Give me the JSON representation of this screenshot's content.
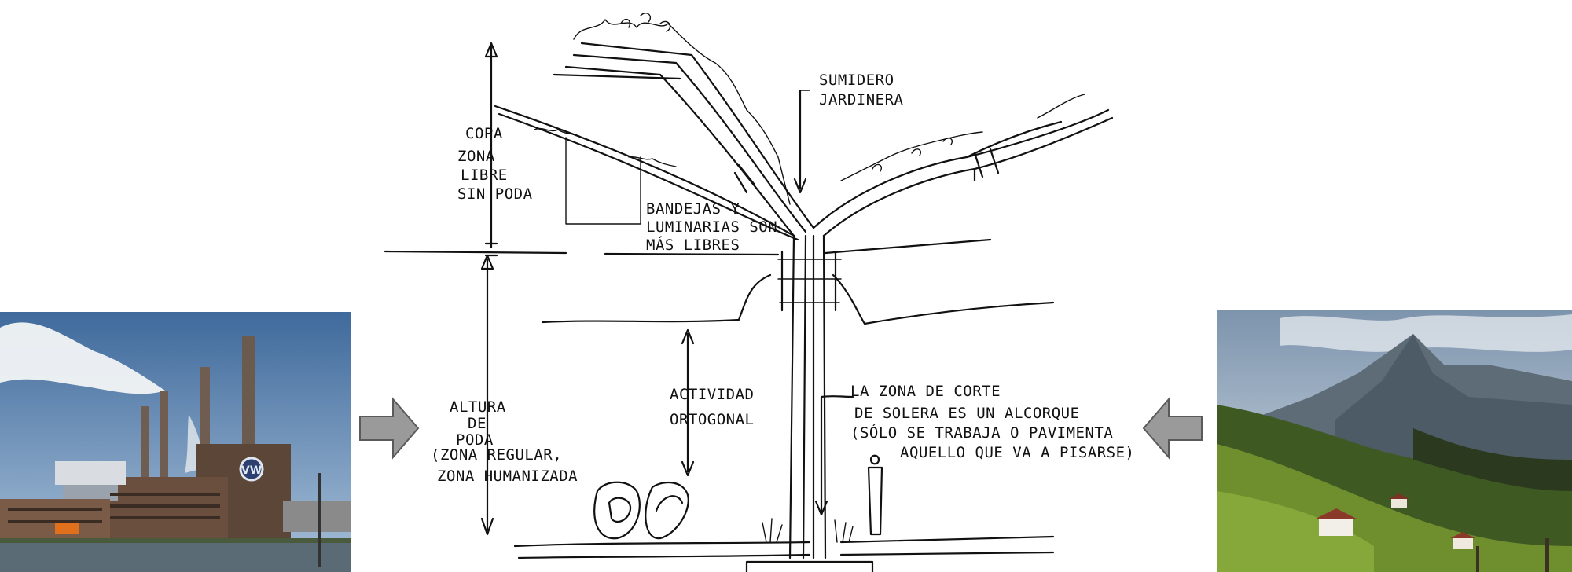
{
  "colors": {
    "arrow_fill": "#9a9a9a",
    "arrow_stroke": "#5a5a5a",
    "ink": "#111111"
  },
  "photos": {
    "left": {
      "icon": "factory-photo"
    },
    "right": {
      "icon": "mountain-landscape-photo"
    }
  },
  "sketch": {
    "labels": {
      "sumidero_1": "SUMIDERO",
      "sumidero_2": "JARDINERA",
      "copa_1": "COPA",
      "copa_2": "ZONA",
      "copa_3": "LIBRE",
      "copa_4": "SIN PODA",
      "bandejas_1": "BANDEJAS Y",
      "bandejas_2": "LUMINARIAS SON",
      "bandejas_3": "MÁS LIBRES",
      "actividad_1": "ACTIVIDAD",
      "actividad_2": "ORTOGONAL",
      "altura_1": "ALTURA",
      "altura_2": "DE",
      "altura_3": "PODA",
      "altura_4": "(ZONA REGULAR,",
      "altura_5": "ZONA HUMANIZADA",
      "zona_1": "LA ZONA DE CORTE",
      "zona_2": "DE SOLERA ES UN ALCORQUE",
      "zona_3": "(SÓLO SE TRABAJA O PAVIMENTA",
      "zona_4": "AQUELLO QUE VA A PISARSE)"
    }
  }
}
